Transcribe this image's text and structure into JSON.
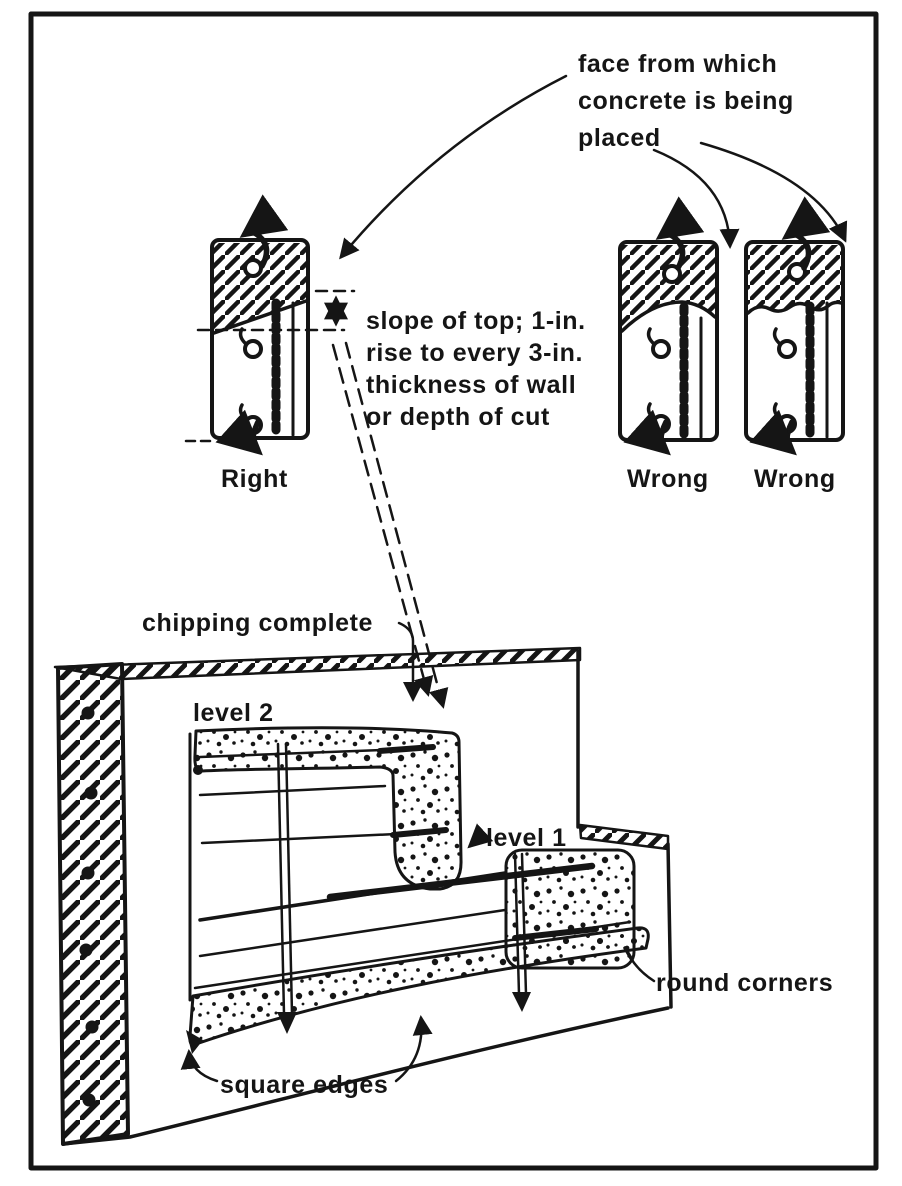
{
  "figure": {
    "kind": "concrete construction-joint detail drawing",
    "colors": {
      "ink": "#151515",
      "paper": "#ffffff"
    },
    "labels": {
      "face": {
        "lines": [
          "face from which",
          "concrete is being",
          "placed"
        ]
      },
      "slope": {
        "lines": [
          "slope of top; 1-in.",
          "rise to every 3-in.",
          "thickness of wall",
          "or depth of cut"
        ]
      },
      "right_caption": "Right",
      "wrong_caption_1": "Wrong",
      "wrong_caption_2": "Wrong",
      "chipping": "chipping complete",
      "level2": "level 2",
      "level1": "level 1",
      "round_corners": "round corners",
      "square_edges": "square edges"
    }
  }
}
